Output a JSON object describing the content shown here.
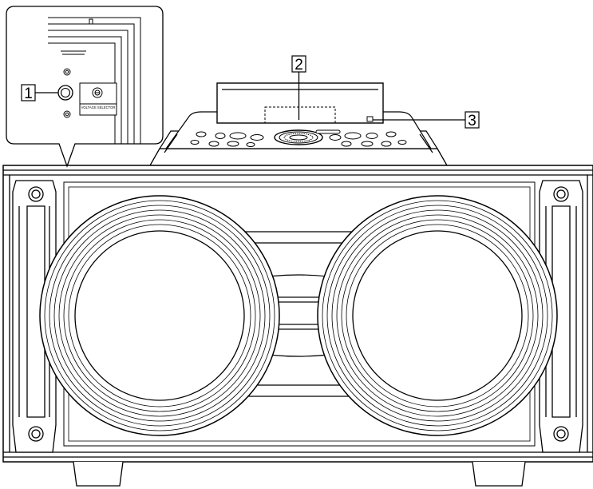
{
  "callouts": [
    {
      "id": "1",
      "label": "1"
    },
    {
      "id": "2",
      "label": "2"
    },
    {
      "id": "3",
      "label": "3"
    }
  ],
  "inset": {
    "selector_label": "VOLTAGE SELECTOR"
  },
  "colors": {
    "line": "#000000",
    "background": "#ffffff"
  }
}
